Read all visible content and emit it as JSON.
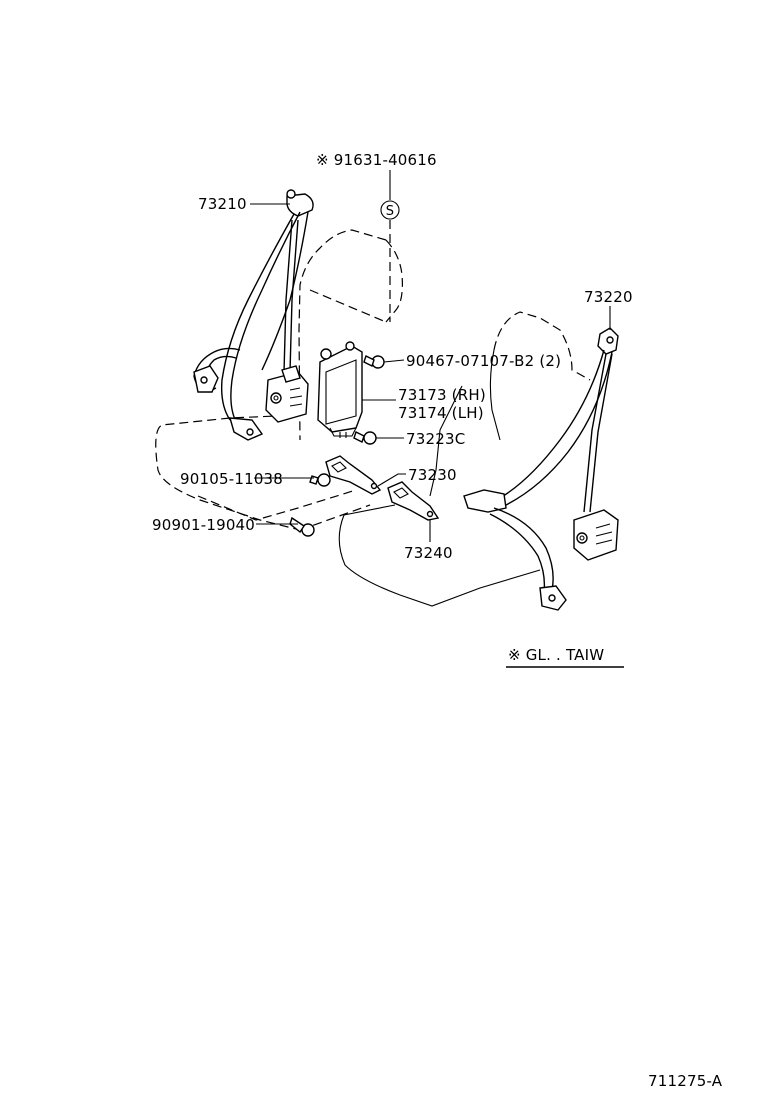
{
  "parts": {
    "top_note": "※ 91631-40616",
    "s_symbol": "S",
    "p73210": "73210",
    "p73220": "73220",
    "p90467": "90467-07107-B2 (2)",
    "p73173": "73173 (RH)",
    "p73174": "73174 (LH)",
    "p73223c": "73223C",
    "p90105": "90105-11038",
    "p73230": "73230",
    "p90901": "90901-19040",
    "p73240": "73240"
  },
  "legend": {
    "note": "※ GL. . TAIW"
  },
  "figure_code": "711275-A"
}
